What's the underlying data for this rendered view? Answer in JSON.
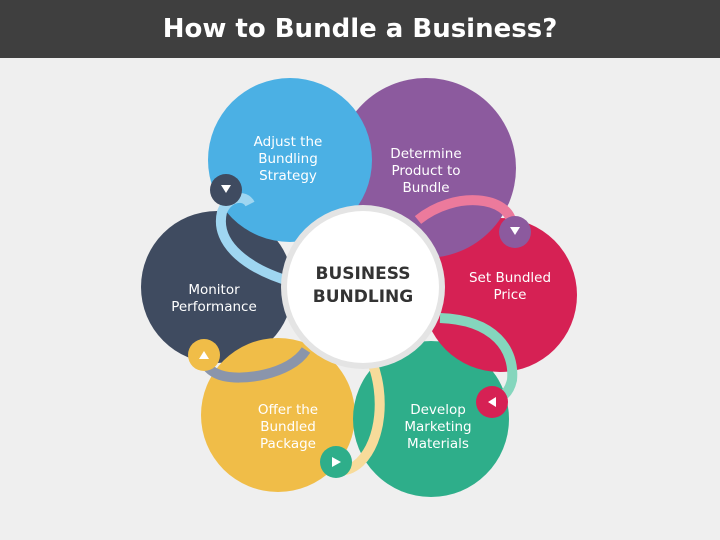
{
  "title": "How to Bundle a Business?",
  "center": {
    "label": "BUSINESS\nBUNDLING"
  },
  "steps": [
    {
      "label": "Adjust the\nBundling\nStrategy",
      "color": "#4bb0e4",
      "light": "#9fd6f1",
      "icon": "down-arrow-icon"
    },
    {
      "label": "Determine\nProduct to Bundle",
      "color": "#8c5a9e",
      "light": "#c6a4d3",
      "icon": "down-arrow-icon"
    },
    {
      "label": "Set Bundled\nPrice",
      "color": "#d62154",
      "light": "#ec7a9c",
      "icon": "left-arrow-icon"
    },
    {
      "label": "Develop\nMarketing\nMaterials",
      "color": "#2eae8a",
      "light": "#85d6bd",
      "icon": "right-arrow-icon"
    },
    {
      "label": "Offer the Bundled\nPackage",
      "color": "#f0bd48",
      "light": "#f7db9a",
      "icon": "up-arrow-icon"
    },
    {
      "label": "Monitor\nPerformance",
      "color": "#3f4b60",
      "light": "#8a95ab",
      "icon": "down-arrow-icon"
    }
  ]
}
